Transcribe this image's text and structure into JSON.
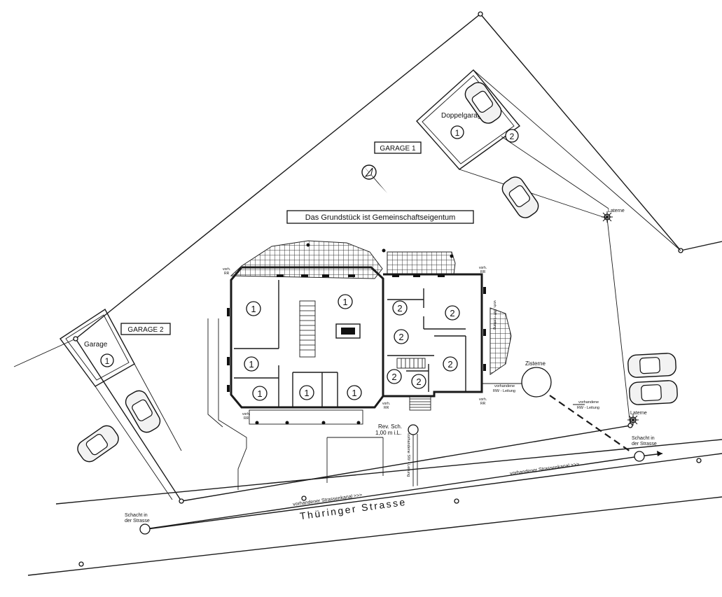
{
  "labels": {
    "main_notice": "Das Grundstück ist Gemeinschaftseigentum",
    "garage1": "GARAGE  1",
    "garage2": "GARAGE  2",
    "doppelgarage": "Doppelgarage",
    "garage": "Garage",
    "street": "Thüringer Strasse",
    "kanal_left": "vorhandener Strassenkanal >>>",
    "kanal_right": "vorhandener Strassenkanal >>>",
    "schacht_left_1": "Schacht in",
    "schacht_left_2": "der Strasse",
    "schacht_right_1": "Schacht in",
    "schacht_right_2": "der Strasse",
    "rev_sch_1": "Rev. Sch.",
    "rev_sch_2": "1,00 m i.L.",
    "zisterne": "Zisterne",
    "rw_leitung_1a": "vorhandene",
    "rw_leitung_1b": "RW - Leitung",
    "rw_leitung_2a": "vorhandene",
    "rw_leitung_2b": "RW - Leitung",
    "sw_leitung": "vorhandene SW - Leitung",
    "sw_leitung_right": "vorh. SW - Leitung",
    "laterne_top": "Laterne",
    "laterne_bottom": "Laterne",
    "vorh_rr": "vorh.",
    "rr": "RR"
  },
  "units": {
    "unit1": "1",
    "unit2": "2"
  }
}
